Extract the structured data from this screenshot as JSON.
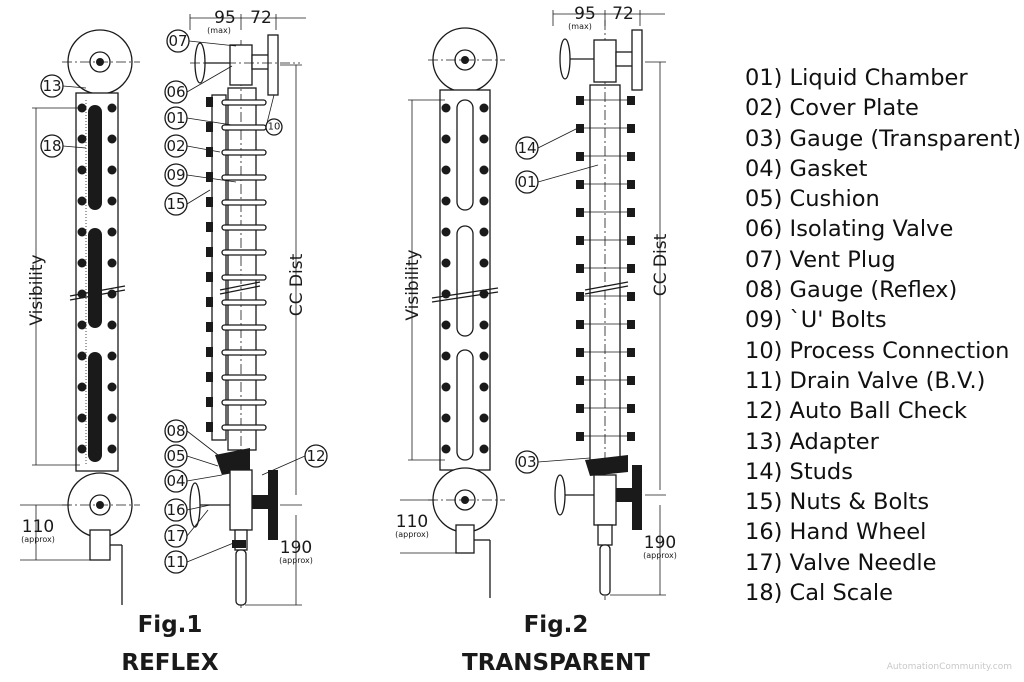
{
  "fig1": {
    "title": "Fig.1",
    "subtitle": "REFLEX",
    "dim_top_left": "95",
    "dim_top_left_note": "(max)",
    "dim_top_right": "72",
    "visibility": "Visibility",
    "cc_dist": "CC Dist",
    "dim_bottom_left": "110",
    "dim_bottom_left_note": "(approx)",
    "dim_bottom_right": "190",
    "dim_bottom_right_note": "(approx)",
    "callouts": [
      "07",
      "06",
      "01",
      "02",
      "09",
      "15",
      "13",
      "18",
      "10",
      "08",
      "05",
      "04",
      "16",
      "17",
      "11",
      "12"
    ]
  },
  "fig2": {
    "title": "Fig.2",
    "subtitle": "TRANSPARENT",
    "dim_top_left": "95",
    "dim_top_left_note": "(max)",
    "dim_top_right": "72",
    "visibility": "Visibility",
    "cc_dist": "CC Dist",
    "dim_bottom_left": "110",
    "dim_bottom_left_note": "(approx)",
    "dim_bottom_right": "190",
    "dim_bottom_right_note": "(approx)",
    "callouts": [
      "14",
      "01",
      "03"
    ]
  },
  "legend": [
    "01) Liquid Chamber",
    "02) Cover Plate",
    "03) Gauge (Transparent)",
    "04) Gasket",
    "05) Cushion",
    "06) Isolating Valve",
    "07) Vent Plug",
    "08) Gauge (Reflex)",
    "09) `U' Bolts",
    "10) Process Connection",
    "11) Drain Valve (B.V.)",
    "12) Auto Ball Check",
    "13) Adapter",
    "14) Studs",
    "15) Nuts & Bolts",
    "16) Hand Wheel",
    "17) Valve Needle",
    "18) Cal Scale"
  ],
  "watermark": "AutomationCommunity.com"
}
